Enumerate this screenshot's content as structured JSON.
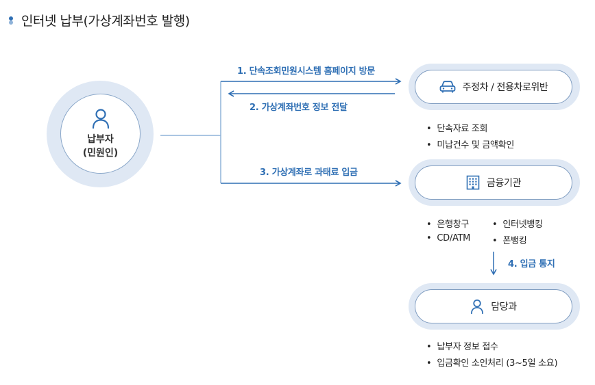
{
  "page": {
    "title": "인터넷 납부(가상계좌번호 발행)"
  },
  "payer": {
    "line1": "납부자",
    "line2": "(민원인)",
    "icon": "person-icon"
  },
  "arrows": {
    "a1": "1. 단속조회민원시스템 홈페이지 방문",
    "a2": "2. 가상계좌번호 정보 전달",
    "a3": "3. 가상계좌로 과태료 입금",
    "a4": "4. 입금 통지"
  },
  "boxes": {
    "parking": {
      "label": "주정차 / 전용차로위반",
      "icon": "car-icon"
    },
    "bank": {
      "label": "금융기관",
      "icon": "building-icon"
    },
    "office": {
      "label": "담당과",
      "icon": "person-icon"
    }
  },
  "bullets": {
    "parking": [
      "단속자료 조회",
      "미납건수 및 금액확인"
    ],
    "bank": [
      "은행창구",
      "CD/ATM",
      "인터넷뱅킹",
      "폰뱅킹"
    ],
    "office": [
      "납부자 정보 접수",
      "입금확인 소인처리 (3~5일 소요)"
    ]
  },
  "colors": {
    "accent": "#2f6fb4",
    "ring": "#dfe8f4",
    "border": "#7f9cc0",
    "line": "#8fb3d9"
  }
}
